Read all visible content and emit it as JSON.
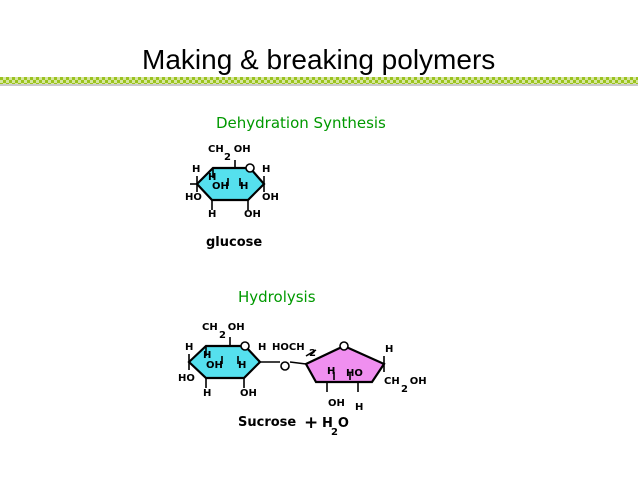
{
  "slide": {
    "title": "Making & breaking polymers",
    "accent_colors": {
      "rule_green": "#9bc31f",
      "rule_gray": "#c9c9c9",
      "heading_green": "#009900",
      "glucose_fill": "#55e0ee",
      "fructose_fill": "#f08ff0"
    }
  },
  "diagram": {
    "section1": {
      "heading": "Dehydration Synthesis",
      "caption": "glucose",
      "labels": {
        "ch2oh": "CH",
        "ch2oh_sub": "2",
        "ch2oh_oh": "OH",
        "h_left": "H",
        "h_right": "H",
        "h_inner": "H",
        "oh_inner": "OH",
        "h_inner2": "H",
        "ho_left": "HO",
        "oh_right": "OH",
        "h_bottom": "H",
        "oh_bottom": "OH"
      }
    },
    "section2": {
      "heading": "Hydrolysis",
      "caption_sucrose": "Sucrose",
      "caption_plus": "+",
      "caption_h2o": "H",
      "caption_h2o_sub": "2",
      "caption_h2o_o": "O",
      "bridge_o": "O",
      "labels": {
        "ch2oh": "CH",
        "ch2oh_sub": "2",
        "ch2oh_oh": "OH",
        "h_left": "H",
        "h_right": "H",
        "h_inner": "H",
        "oh_inner": "OH",
        "h_inner2": "H",
        "ho_left": "HO",
        "h_bottom": "H",
        "oh_bottom": "OH",
        "hoch2": "HOCH",
        "hoch2_sub": "2",
        "f_h_right": "H",
        "f_h_inner": "H",
        "f_ho_inner": "HO",
        "f_ch2oh": "CH",
        "f_ch2oh_sub": "2",
        "f_ch2oh_oh": "OH",
        "f_oh_bottom": "OH",
        "f_h_bottom": "H"
      }
    }
  }
}
